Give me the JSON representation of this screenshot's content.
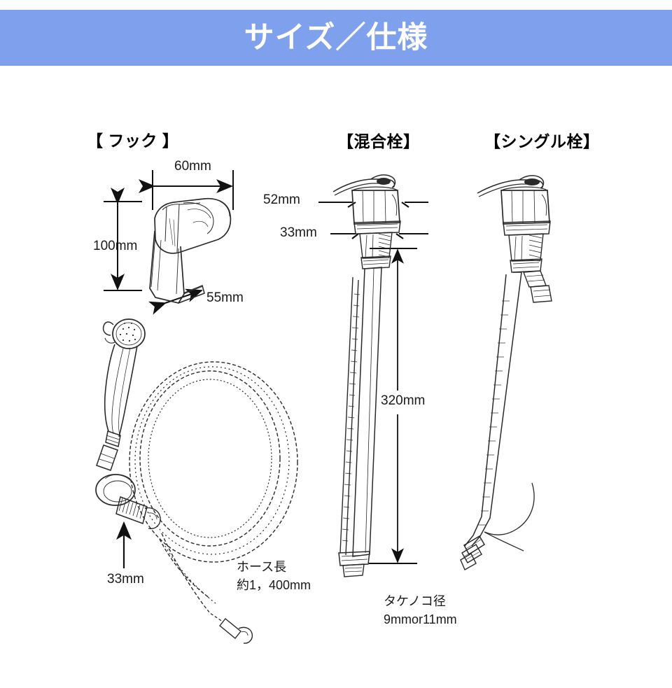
{
  "header": {
    "title": "サイズ／仕様",
    "band_color": "#7fa0ec",
    "title_color": "#ffffff"
  },
  "sections": [
    {
      "id": "hook",
      "label": "【 フック 】"
    },
    {
      "id": "mixer",
      "label": "【混合栓】"
    },
    {
      "id": "single",
      "label": "【シングル栓】"
    }
  ],
  "dimensions": {
    "hook_width": "60mm",
    "hook_height": "100mm",
    "hook_depth": "55mm",
    "shower_connector": "33mm",
    "mixer_cap_width": "52mm",
    "mixer_shaft_width": "33mm",
    "mixer_length": "320mm"
  },
  "notes": {
    "hose_label": "ホース長",
    "hose_value": "約1，400mm",
    "nozzle_label": "タケノコ径",
    "nozzle_value": "9mmor11mm"
  },
  "illustrations": {
    "hook": "shower-hook-bracket",
    "hand_shower": "hand-shower-head-with-coiled-hose",
    "mixer_tap": "mixer-tap-adapter-assembly",
    "single_tap": "single-tap-adapter-assembly"
  }
}
